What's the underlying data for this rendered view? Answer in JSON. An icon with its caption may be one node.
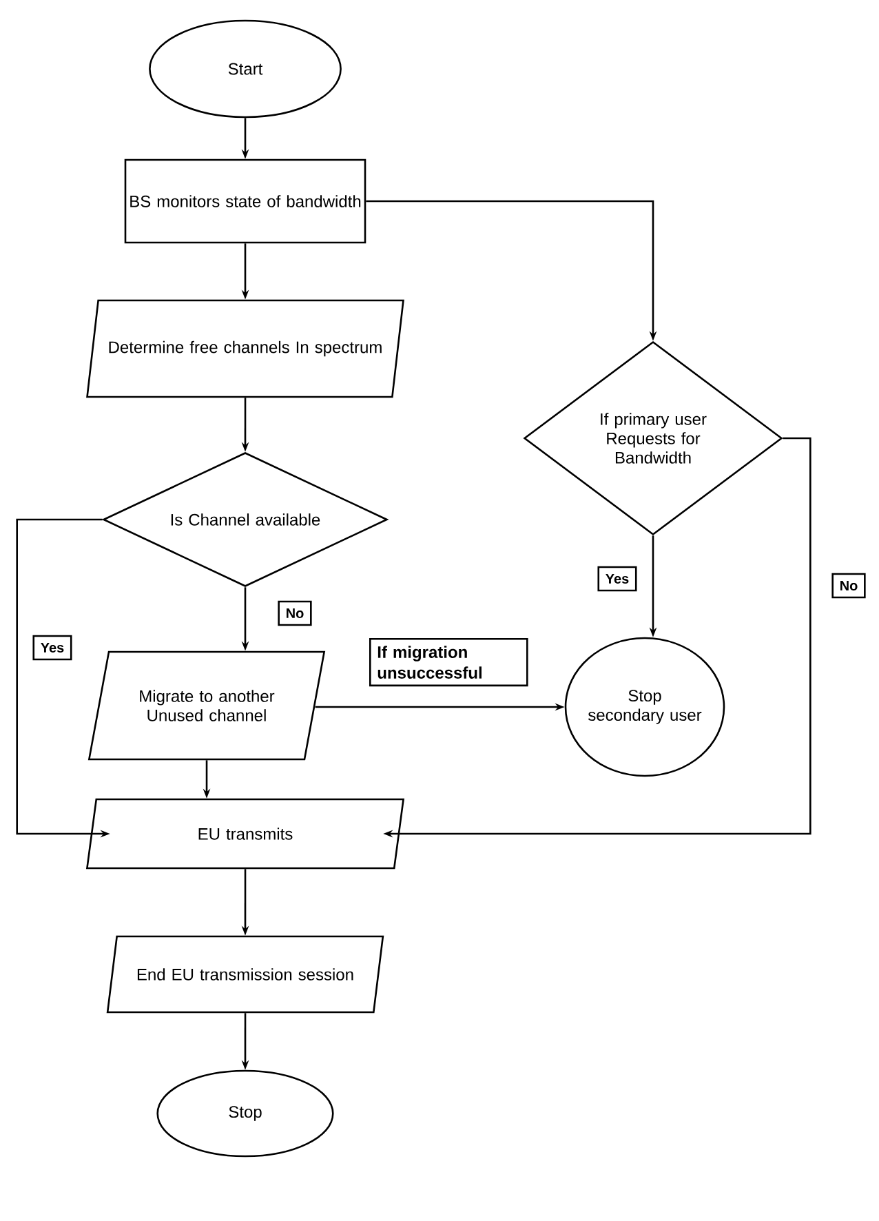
{
  "diagram": {
    "nodes": [
      {
        "text": [
          "Start"
        ]
      },
      {
        "text": [
          "BS monitors state of bandwidth"
        ]
      },
      {
        "text": [
          "Determine free channels In spectrum"
        ]
      },
      {
        "text": [
          "Is Channel available"
        ]
      },
      {
        "text": [
          "If primary user Requests for Bandwidth"
        ]
      },
      {
        "text": [
          "Migrate to another Unused channel"
        ]
      },
      {
        "text": [
          "Stop secondary user"
        ]
      },
      {
        "text": [
          "EU transmits"
        ]
      },
      {
        "text": [
          "End EU transmission session"
        ]
      },
      {
        "text": [
          "Stop"
        ]
      }
    ],
    "edges": [
      {
        "from": 0,
        "to": 1,
        "arrow": "to"
      },
      {
        "from": 1,
        "to": 2,
        "arrow": "to"
      },
      {
        "from": 1,
        "to": 4,
        "arrow": "to"
      },
      {
        "from": 2,
        "to": 3,
        "arrow": "to"
      },
      {
        "from": 3,
        "to": 5,
        "arrow": "to",
        "label": "No"
      },
      {
        "from": 3,
        "to": 7,
        "arrow": "to",
        "label": "Yes"
      },
      {
        "from": 5,
        "to": 7,
        "arrow": "to"
      },
      {
        "from": 5,
        "to": 6,
        "arrow": "to",
        "label": "If migration unsuccessful"
      },
      {
        "from": 4,
        "to": 6,
        "arrow": "to",
        "label": "Yes"
      },
      {
        "from": 4,
        "to": 7,
        "arrow": "to",
        "label": "No"
      },
      {
        "from": 7,
        "to": 8,
        "arrow": "to"
      },
      {
        "from": 8,
        "to": 9,
        "arrow": "to"
      }
    ]
  }
}
